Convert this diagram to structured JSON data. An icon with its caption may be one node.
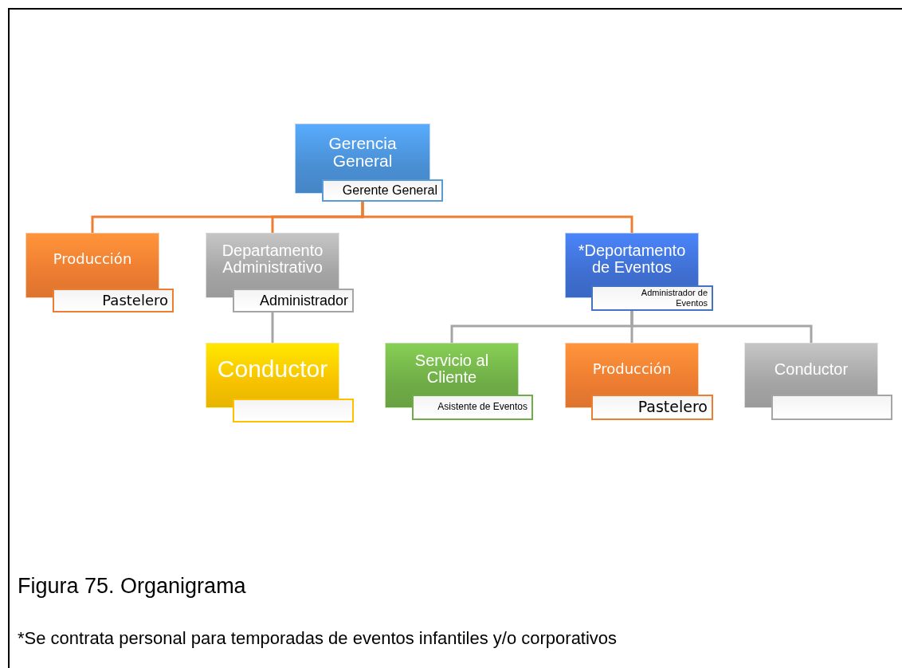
{
  "diagram": {
    "caption": "Figura 75. Organigrama",
    "nodes": [
      {
        "text": [
          "Gerencia General",
          "Gerente General"
        ]
      },
      {
        "text": [
          "Producción",
          "Pastelero"
        ]
      },
      {
        "text": [
          "Departamento Administrativo",
          "Administrador"
        ]
      },
      {
        "text": [
          "Conductor"
        ]
      },
      {
        "text": [
          "*Deportamento de Eventos",
          "Administrador de Eventos"
        ]
      },
      {
        "text": [
          "Servicio al Cliente",
          "Asistente de Eventos"
        ]
      },
      {
        "text": [
          "Producción",
          "Pastelero"
        ]
      },
      {
        "text": [
          "Conductor"
        ]
      },
      {
        "text": [],
        "shape": "box"
      },
      {
        "text": [],
        "shape": "box"
      }
    ],
    "edges": [
      {
        "from": 0,
        "to": 1,
        "arrow": "none",
        "color": "#ed7d31"
      },
      {
        "from": 0,
        "to": 2,
        "arrow": "none",
        "color": "#ed7d31"
      },
      {
        "from": 0,
        "to": 4,
        "arrow": "none",
        "color": "#ed7d31"
      },
      {
        "from": 2,
        "to": 3,
        "arrow": "none"
      },
      {
        "from": 4,
        "to": 5,
        "arrow": "none"
      },
      {
        "from": 4,
        "to": 6,
        "arrow": "none"
      },
      {
        "from": 4,
        "to": 7,
        "arrow": "none"
      }
    ],
    "labels": [
      "*Se contrata personal para temporadas de eventos infantiles y/o corporativos"
    ]
  }
}
